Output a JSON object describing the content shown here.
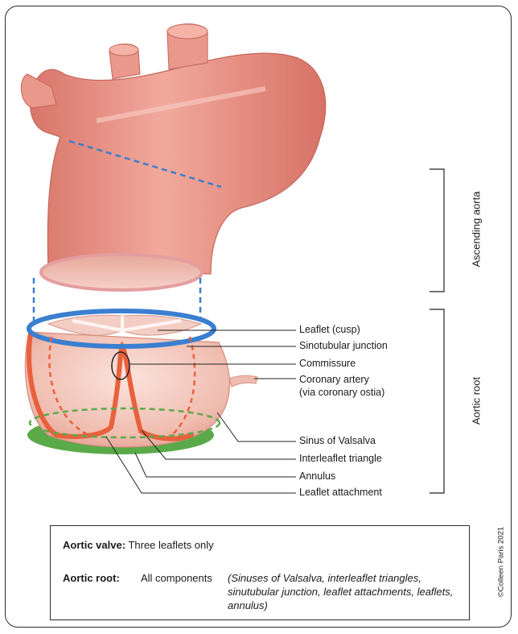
{
  "labels": {
    "leaflet": "Leaflet (cusp)",
    "sinotubular": "Sinotubular junction",
    "commissure": "Commissure",
    "coronary_line1": "Coronary artery",
    "coronary_line2": "(via coronary ostia)",
    "sinus": "Sinus of Valsalva",
    "interleaflet": "Interleaflet triangle",
    "annulus": "Annulus",
    "attachment": "Leaflet attachment"
  },
  "brackets": {
    "ascending": "Ascending aorta",
    "root": "Aortic root"
  },
  "definitions": {
    "valve_term": "Aortic valve:",
    "valve_desc": "Three leaflets only",
    "root_term": "Aortic root:",
    "root_desc": "All components",
    "root_detail_line1": "(Sinuses of Valsalva, interleaflet triangles,",
    "root_detail_line2": "sinutubular junction, leaflet attachments, leaflets,",
    "root_detail_line3": "annulus)"
  },
  "copyright": "©Colleen Paris 2021",
  "colors": {
    "aorta": "#e58b7c",
    "aorta_dark": "#c9675a",
    "sinotubular_ring": "#3a7fd0",
    "annulus_ring": "#5aaa4a",
    "crown": "#e8603c",
    "dashed_blue": "#3a7fd0",
    "dashed_green": "#5aaa4a",
    "dashed_red": "#e8603c"
  }
}
